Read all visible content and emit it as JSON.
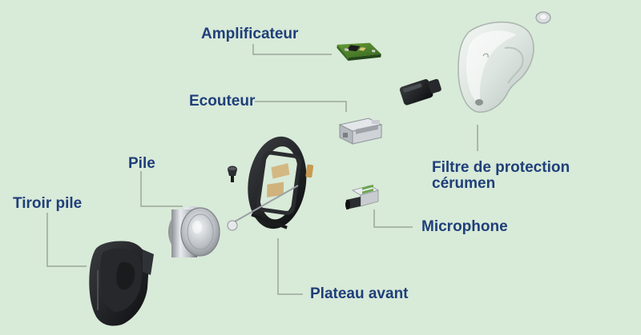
{
  "colors": {
    "background": "#d8ead8",
    "label_text": "#1f3f7a",
    "leader_line": "#9aa79a"
  },
  "labels": {
    "amplificateur": "Amplificateur",
    "ecouteur": "Ecouteur",
    "pile": "Pile",
    "tiroir_pile": "Tiroir pile",
    "filtre_line1": "Filtre de protection",
    "filtre_line2": "cérumen",
    "microphone": "Microphone",
    "plateau_avant": "Plateau avant"
  }
}
